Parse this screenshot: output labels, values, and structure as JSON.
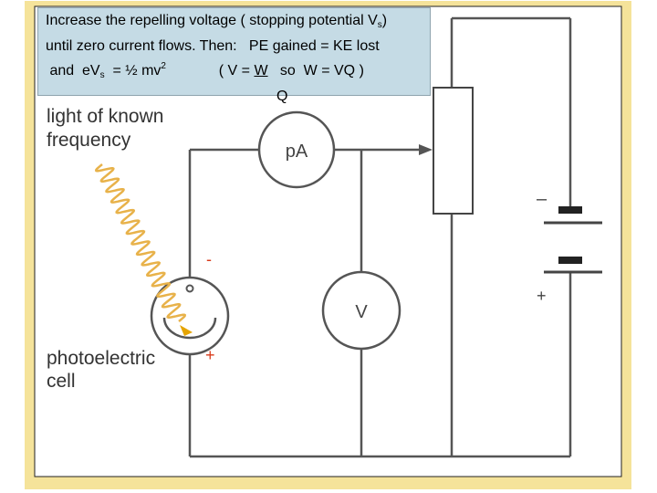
{
  "caption": {
    "line1_pre": "Increase the repelling voltage ( stopping potential V",
    "line1_sub": "s",
    "line1_post": ")",
    "line2": "until zero current flows. Then:   PE gained = KE lost",
    "line3_a": " and  eV",
    "line3_sub": "s",
    "line3_b": "  = ½ mv",
    "line3_sup": "2",
    "line3_c": "             ( V = ",
    "line3_w": "W",
    "line3_d": "   so  W = VQ )",
    "line4": "Q"
  },
  "diagram": {
    "light_label_1": "light of known",
    "light_label_2": "frequency",
    "ammeter_label": "pA",
    "voltmeter_label": "V",
    "cell_label_1": "photoelectric",
    "cell_label_2": "cell",
    "cathode_sign": "-",
    "anode_sign": "+",
    "battery_minus": "–",
    "battery_plus": "+"
  },
  "colors": {
    "page_border": "#f5e39a",
    "caption_bg": "#c5dbe5",
    "wire": "#555555",
    "light_wave": "#e8b24a",
    "cell_arrow": "#e5a400",
    "sign_red": "#d83a1a"
  }
}
